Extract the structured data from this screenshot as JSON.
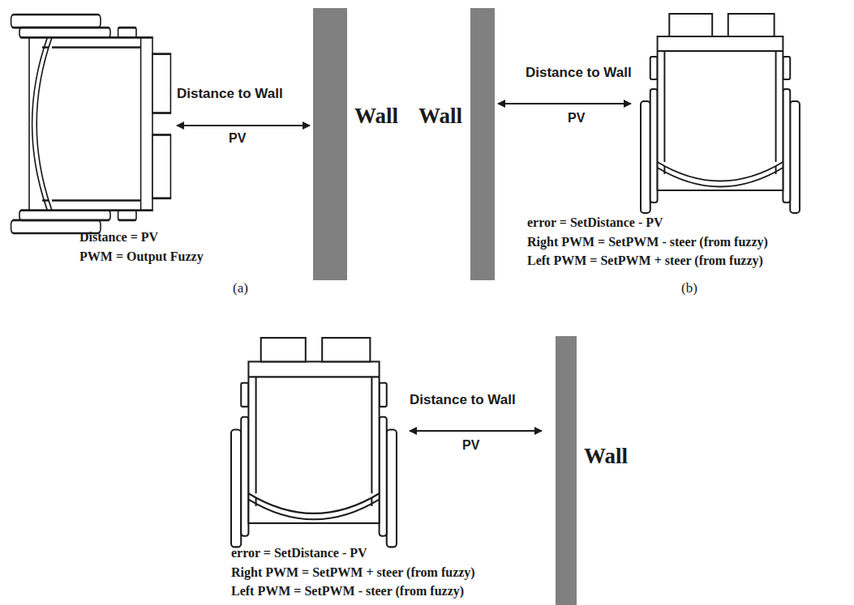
{
  "diagram": {
    "labels": [
      "Distance to Wall",
      "PV",
      "Wall",
      "Distance = PV",
      "PWM = Output Fuzzy",
      "(a)",
      "Wall",
      "Distance to Wall",
      "PV",
      "error = SetDistance - PV",
      "Right PWM = SetPWM - steer (from fuzzy)",
      "Left PWM = SetPWM + steer (from fuzzy)",
      "(b)",
      "Distance to Wall",
      "PV",
      "Wall",
      "error = SetDistance - PV",
      "Right PWM = SetPWM + steer (from fuzzy)",
      "Left PWM = SetPWM - steer (from fuzzy)"
    ]
  }
}
